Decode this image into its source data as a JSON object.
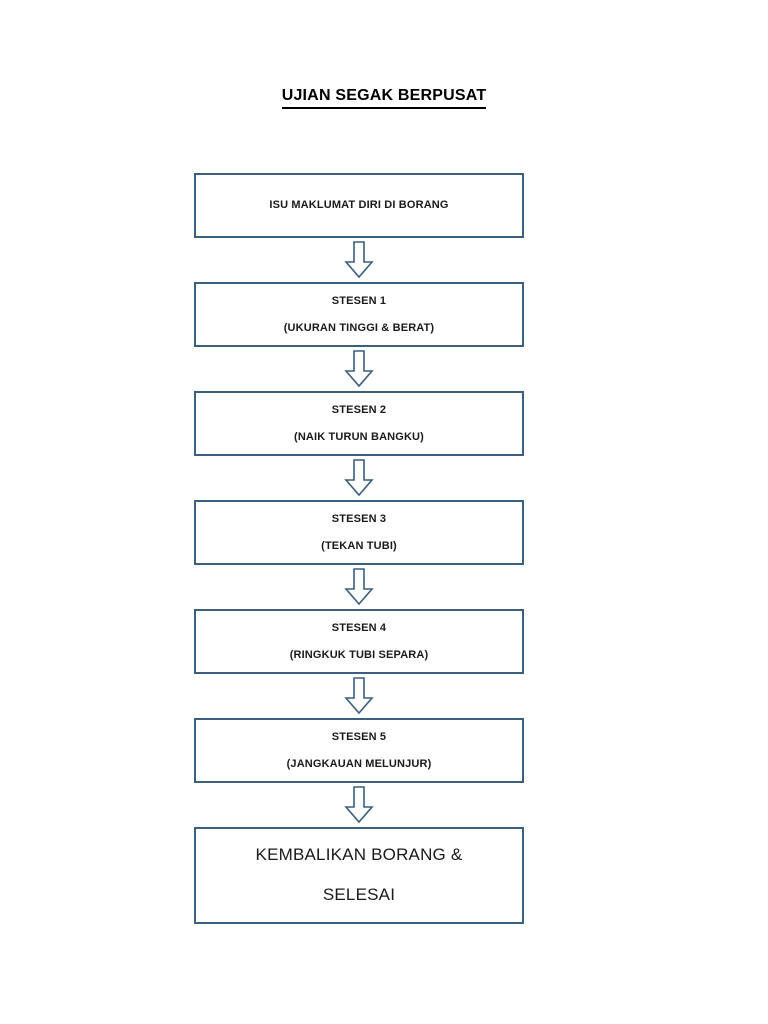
{
  "document": {
    "title": "UJIAN SEGAK BERPUSAT",
    "background_color": "#ffffff",
    "box_border_color": "#3a5f80",
    "arrow_color": "#3a5f80",
    "text_color": "#1a1a1a"
  },
  "flowchart": {
    "type": "vertical-flow",
    "connector": "down-arrow",
    "steps": [
      {
        "id": "step-1",
        "lines": [
          "ISU MAKLUMAT DIRI DI BORANG"
        ],
        "size": "std"
      },
      {
        "id": "step-2",
        "lines": [
          "STESEN 1",
          "(UKURAN TINGGI & BERAT)"
        ],
        "size": "std"
      },
      {
        "id": "step-3",
        "lines": [
          "STESEN 2",
          "(NAIK TURUN BANGKU)"
        ],
        "size": "std"
      },
      {
        "id": "step-4",
        "lines": [
          "STESEN 3",
          "(TEKAN TUBI)"
        ],
        "size": "std"
      },
      {
        "id": "step-5",
        "lines": [
          "STESEN 4",
          "(RINGKUK TUBI SEPARA)"
        ],
        "size": "std"
      },
      {
        "id": "step-6",
        "lines": [
          "STESEN 5",
          "(JANGKAUAN MELUNJUR)"
        ],
        "size": "std"
      },
      {
        "id": "step-7",
        "lines": [
          "KEMBALIKAN BORANG &",
          "SELESAI"
        ],
        "size": "tall"
      }
    ]
  }
}
